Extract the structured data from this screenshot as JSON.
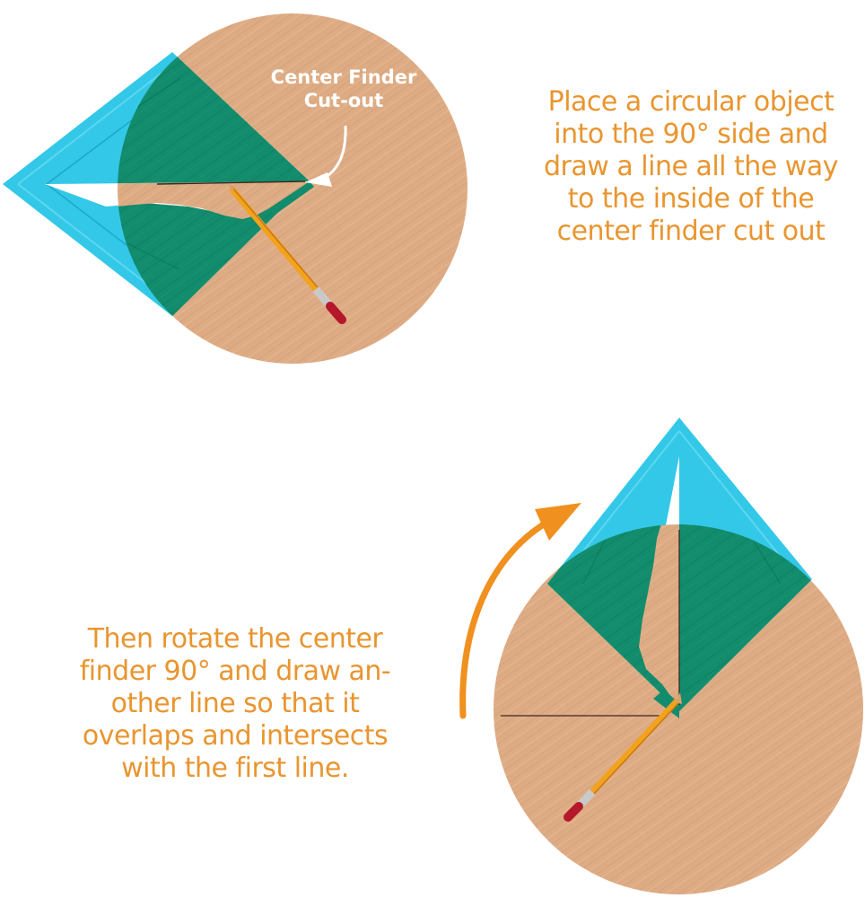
{
  "step1": {
    "callout_label": {
      "line1": "Center Finder",
      "line2": "Cut-out"
    },
    "caption": {
      "lines": [
        "Place a circular object",
        "into the 90° side and",
        "draw a line all the way",
        "to the inside of the",
        "center finder cut out"
      ]
    }
  },
  "step2": {
    "caption": {
      "lines": [
        "Then rotate the center",
        "finder 90° and draw an-",
        "other line so that it",
        "overlaps and intersects",
        "with the first line."
      ]
    }
  },
  "colors": {
    "caption_text": "#e9952f",
    "wood": "#deac84",
    "tool_blue": "#22c3e6",
    "tool_green": "#0f8a6a",
    "arrow_orange": "#f0901f",
    "pencil_yellow": "#f2a21c",
    "eraser_red": "#b5182a"
  },
  "icons": {
    "rotate_arrow": "curved-arrow-icon",
    "callout_arrow": "curved-pointer-arrow-icon",
    "pencil": "pencil-icon"
  }
}
